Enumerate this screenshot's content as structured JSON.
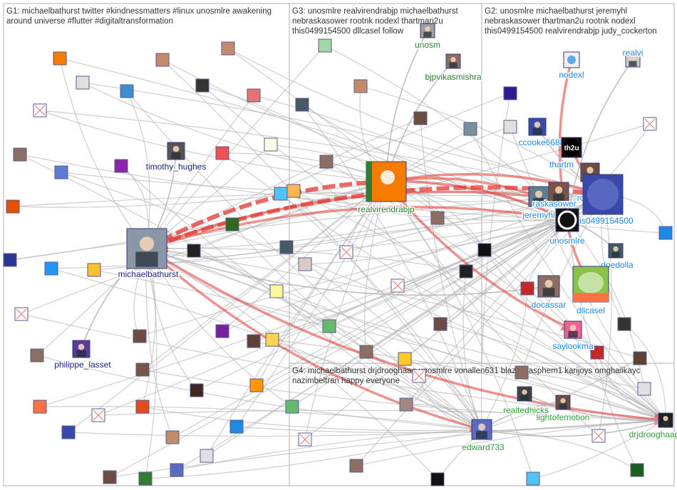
{
  "colors": {
    "label_g1": "#1a237e",
    "label_g2": "#1e88e5",
    "label_g3": "#2e7d32",
    "label_g4": "#2e9d3a",
    "edge_gray": "#b5b5b5",
    "edge_red": "#e53935",
    "edge_darkred": "#b71c1c"
  },
  "groups": [
    {
      "id": "G1",
      "lines": [
        "G1: michaelbathurst twitter #kindnessmatters #linux unosmlre awakening",
        "around universe #flutter #digitaltransformation"
      ]
    },
    {
      "id": "G3",
      "lines": [
        "G3: unosmlre realvirendrabjp michaelbathurst",
        "nebraskasower rootnk nodexl thartman2u",
        "this0499154500 dllcasel follow"
      ]
    },
    {
      "id": "G2",
      "lines": [
        "G2: unosmlre michaelbathurst jeremyhl",
        "nebraskasower thartman2u rootnk nodexl",
        "this0499154500 realvirendrabjp judy_cockerton"
      ]
    },
    {
      "id": "G4",
      "lines": [
        "G4: michaelbathurst drjdrooghaag unosmlre vonallen631 blazinblasphem1 karijoys omghaiikayc",
        "nazimbeltran happy everyone"
      ]
    }
  ],
  "nodes": [
    {
      "id": "michaelbathurst",
      "label": "michaelbathurst",
      "group": "G1",
      "icon": "person-photo",
      "color": "#8a97a8"
    },
    {
      "id": "timothy_hughes",
      "label": "timothy_hughes",
      "group": "G1",
      "icon": "person-photo",
      "color": "#555555"
    },
    {
      "id": "philippe_lasset",
      "label": "philippe_lasset",
      "group": "G1",
      "icon": "purple-photo",
      "color": "#5a3a9a"
    },
    {
      "id": "realvirendrabjp",
      "label": "realvirendrabjp",
      "group": "G3",
      "icon": "bjp-lotus-logo",
      "color": "#f57c00"
    },
    {
      "id": "unosm",
      "label": "unosm",
      "group": "G3",
      "icon": "person-photo",
      "color": "#9e9e9e"
    },
    {
      "id": "bjpvikasmishra",
      "label": "bjpvikasmishra",
      "group": "G3",
      "icon": "person-photo",
      "color": "#8d6e63"
    },
    {
      "id": "nodexl",
      "label": "nodexl",
      "group": "G2",
      "icon": "nodexl-logo",
      "color": "#f0f0f0"
    },
    {
      "id": "realvi",
      "label": "realvi",
      "group": "G2",
      "icon": "person-photo",
      "color": "#cccccc"
    },
    {
      "id": "ccooke6688",
      "label": "ccooke6688",
      "group": "G2",
      "icon": "person-photo",
      "color": "#3949ab"
    },
    {
      "id": "thartman2u",
      "label": "thartm",
      "group": "G2",
      "icon": "th2u-logo",
      "color": "#111111"
    },
    {
      "id": "jeremyhl",
      "label": "jeremyhl",
      "group": "G2",
      "icon": "person-photo",
      "color": "#607d8b"
    },
    {
      "id": "nebraskasower",
      "label": "raskasower",
      "group": "G2",
      "icon": "person-photo",
      "color": "#795548"
    },
    {
      "id": "rootnk",
      "label": "ro",
      "group": "G2",
      "icon": "person-photo",
      "color": "#6d4c41"
    },
    {
      "id": "this0499154500",
      "label": "this0499154500",
      "group": "G2",
      "icon": "blue-face-art",
      "color": "#3949ab"
    },
    {
      "id": "unosmlre",
      "label": "unosmlre",
      "group": "G2",
      "icon": "c-logo",
      "color": "#111111"
    },
    {
      "id": "doedolla",
      "label": "doedolla",
      "group": "G2",
      "icon": "person-photo",
      "color": "#455a64"
    },
    {
      "id": "docassar",
      "label": "docassar",
      "group": "G2",
      "icon": "person-photo",
      "color": "#8d6e63"
    },
    {
      "id": "dllcasel",
      "label": "dllcasel",
      "group": "G2",
      "icon": "frog-puppet-photo",
      "color": "#8bc34a"
    },
    {
      "id": "saylookma",
      "label": "saylookma",
      "group": "G2",
      "icon": "person-photo",
      "color": "#f06292"
    },
    {
      "id": "edward733",
      "label": "edward733",
      "group": "G4",
      "icon": "person-photo",
      "color": "#5c6bc0"
    },
    {
      "id": "realtedhicks",
      "label": "realtedhicks",
      "group": "G4",
      "icon": "person-photo",
      "color": "#424242"
    },
    {
      "id": "lightofemotion",
      "label": "lightofemotion",
      "group": "G4",
      "icon": "person-photo",
      "color": "#6d4c41"
    },
    {
      "id": "drjdrooghaag",
      "label": "drjdrooghaag",
      "group": "G4",
      "icon": "person-photo",
      "color": "#212121"
    }
  ],
  "edges": [
    {
      "from": "realvirendrabjp",
      "to": "michaelbathurst",
      "style": "red-dashed"
    },
    {
      "from": "this0499154500",
      "to": "michaelbathurst",
      "style": "red-dashed"
    },
    {
      "from": "unosmlre",
      "to": "michaelbathurst",
      "style": "red"
    },
    {
      "from": "jeremyhl",
      "to": "michaelbathurst",
      "style": "red"
    },
    {
      "from": "this0499154500",
      "to": "realvirendrabjp",
      "style": "red"
    },
    {
      "from": "unosmlre",
      "to": "realvirendrabjp",
      "style": "red"
    },
    {
      "from": "jeremyhl",
      "to": "realvirendrabjp",
      "style": "red"
    },
    {
      "from": "nodexl",
      "to": "unosmlre",
      "style": "red"
    },
    {
      "from": "thartman2u",
      "to": "this0499154500",
      "style": "red"
    },
    {
      "from": "michaelbathurst",
      "to": "drjdrooghaag",
      "style": "red"
    },
    {
      "from": "michaelbathurst",
      "to": "edward733",
      "style": "red"
    },
    {
      "from": "michaelbathurst",
      "to": "docassar",
      "style": "gray"
    },
    {
      "from": "michaelbathurst",
      "to": "timothy_hughes",
      "style": "gray"
    },
    {
      "from": "michaelbathurst",
      "to": "philippe_lasset",
      "style": "gray"
    },
    {
      "from": "realvirendrabjp",
      "to": "saylookma",
      "style": "red"
    },
    {
      "from": "unosmlre",
      "to": "dllcasel",
      "style": "red"
    },
    {
      "from": "edward733",
      "to": "drjdrooghaag",
      "style": "gray"
    },
    {
      "from": "realtedhicks",
      "to": "drjdrooghaag",
      "style": "gray"
    },
    {
      "from": "lightofemotion",
      "to": "edward733",
      "style": "gray"
    },
    {
      "from": "unosm",
      "to": "realvirendrabjp",
      "style": "gray"
    },
    {
      "from": "bjpvikasmishra",
      "to": "realvirendrabjp",
      "style": "gray"
    },
    {
      "from": "ccooke6688",
      "to": "this0499154500",
      "style": "gray"
    },
    {
      "from": "doedolla",
      "to": "unosmlre",
      "style": "gray"
    },
    {
      "from": "realvi",
      "to": "unosmlre",
      "style": "gray"
    }
  ]
}
